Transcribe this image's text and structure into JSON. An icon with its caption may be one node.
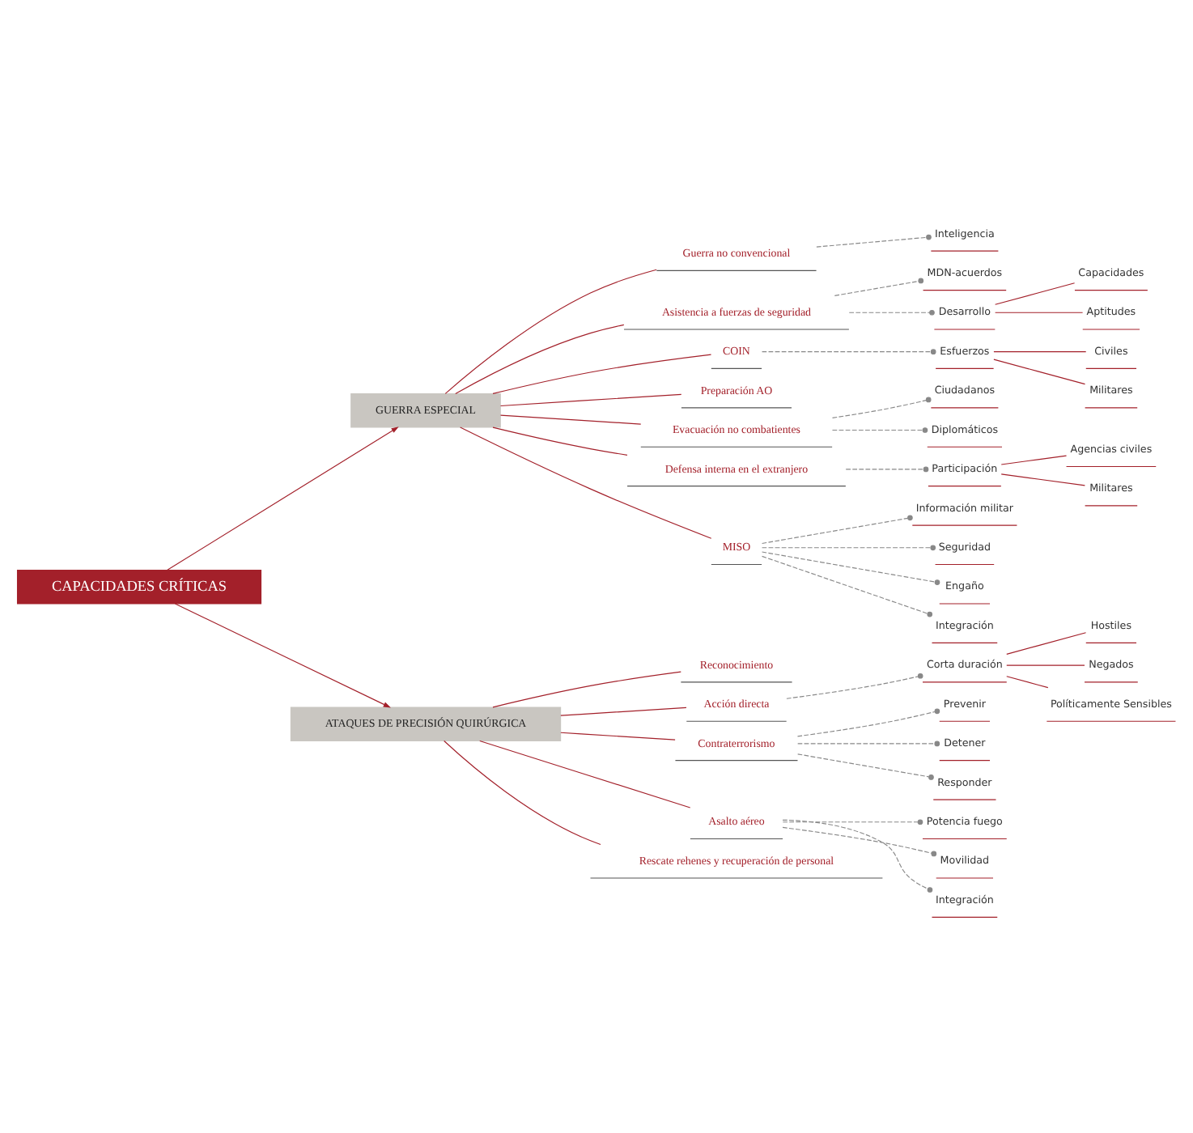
{
  "diagram": {
    "nodes": [
      {
        "text": [
          "CAPACIDADES CRÍTICAS"
        ]
      },
      {
        "text": [
          "GUERRA ESPECIAL"
        ]
      },
      {
        "text": [
          "ATAQUES DE PRECISIÓN QUIRÚRGICA"
        ]
      },
      {
        "text": [
          "Guerra no convencional"
        ]
      },
      {
        "text": [
          "Inteligencia"
        ]
      },
      {
        "text": [
          "Asistencia a fuerzas de seguridad"
        ]
      },
      {
        "text": [
          "MDN-acuerdos"
        ]
      },
      {
        "text": [
          "Desarrollo"
        ]
      },
      {
        "text": [
          "Capacidades"
        ]
      },
      {
        "text": [
          "Aptitudes"
        ]
      },
      {
        "text": [
          "COIN"
        ]
      },
      {
        "text": [
          "Esfuerzos"
        ]
      },
      {
        "text": [
          "Civiles"
        ]
      },
      {
        "text": [
          "Militares"
        ]
      },
      {
        "text": [
          "Preparación AO"
        ]
      },
      {
        "text": [
          "Evacuación no combatientes"
        ]
      },
      {
        "text": [
          "Ciudadanos"
        ]
      },
      {
        "text": [
          "Diplomáticos"
        ]
      },
      {
        "text": [
          "Defensa interna en el extranjero"
        ]
      },
      {
        "text": [
          "Participación"
        ]
      },
      {
        "text": [
          "Agencias civiles"
        ]
      },
      {
        "text": [
          "Militares"
        ]
      },
      {
        "text": [
          "MISO"
        ]
      },
      {
        "text": [
          "Información militar"
        ]
      },
      {
        "text": [
          "Seguridad"
        ]
      },
      {
        "text": [
          "Engaño"
        ]
      },
      {
        "text": [
          "Integración"
        ]
      },
      {
        "text": [
          "Reconocimiento"
        ]
      },
      {
        "text": [
          "Acción directa"
        ]
      },
      {
        "text": [
          "Corta duración"
        ]
      },
      {
        "text": [
          "Hostiles"
        ]
      },
      {
        "text": [
          "Negados"
        ]
      },
      {
        "text": [
          "Políticamente Sensibles"
        ]
      },
      {
        "text": [
          "Contraterrorismo"
        ]
      },
      {
        "text": [
          "Prevenir"
        ]
      },
      {
        "text": [
          "Detener"
        ]
      },
      {
        "text": [
          "Responder"
        ]
      },
      {
        "text": [
          "Asalto aéreo"
        ]
      },
      {
        "text": [
          "Potencia fuego"
        ]
      },
      {
        "text": [
          "Movilidad"
        ]
      },
      {
        "text": [
          "Integración"
        ]
      },
      {
        "text": [
          "Rescate rehenes y recuperación de personal"
        ]
      }
    ],
    "edges": [
      {
        "from": 0,
        "to": 1,
        "arrow": "to"
      },
      {
        "from": 0,
        "to": 2,
        "arrow": "to"
      },
      {
        "from": 1,
        "to": 3,
        "arrow": "none"
      },
      {
        "from": 3,
        "to": 4,
        "arrow": "other",
        "style": "dashed",
        "color": "#888888"
      },
      {
        "from": 1,
        "to": 5,
        "arrow": "none"
      },
      {
        "from": 5,
        "to": 6,
        "arrow": "other",
        "style": "dashed",
        "color": "#888888"
      },
      {
        "from": 5,
        "to": 7,
        "arrow": "other",
        "style": "dashed",
        "color": "#888888"
      },
      {
        "from": 7,
        "to": 8,
        "arrow": "none"
      },
      {
        "from": 7,
        "to": 9,
        "arrow": "none"
      },
      {
        "from": 1,
        "to": 10,
        "arrow": "none"
      },
      {
        "from": 10,
        "to": 11,
        "arrow": "other",
        "style": "dashed",
        "color": "#888888"
      },
      {
        "from": 11,
        "to": 12,
        "arrow": "none"
      },
      {
        "from": 11,
        "to": 13,
        "arrow": "none"
      },
      {
        "from": 1,
        "to": 14,
        "arrow": "none"
      },
      {
        "from": 1,
        "to": 15,
        "arrow": "none"
      },
      {
        "from": 15,
        "to": 16,
        "arrow": "other",
        "style": "dashed",
        "color": "#888888"
      },
      {
        "from": 15,
        "to": 17,
        "arrow": "other",
        "style": "dashed",
        "color": "#888888"
      },
      {
        "from": 1,
        "to": 18,
        "arrow": "none"
      },
      {
        "from": 18,
        "to": 19,
        "arrow": "other",
        "style": "dashed",
        "color": "#888888"
      },
      {
        "from": 19,
        "to": 20,
        "arrow": "none"
      },
      {
        "from": 19,
        "to": 21,
        "arrow": "none"
      },
      {
        "from": 1,
        "to": 22,
        "arrow": "none"
      },
      {
        "from": 22,
        "to": 23,
        "arrow": "other",
        "style": "dashed",
        "color": "#888888"
      },
      {
        "from": 22,
        "to": 24,
        "arrow": "other",
        "style": "dashed",
        "color": "#888888"
      },
      {
        "from": 22,
        "to": 25,
        "arrow": "other",
        "style": "dashed",
        "color": "#888888"
      },
      {
        "from": 22,
        "to": 26,
        "arrow": "other",
        "style": "dashed",
        "color": "#888888"
      },
      {
        "from": 2,
        "to": 27,
        "arrow": "none"
      },
      {
        "from": 2,
        "to": 28,
        "arrow": "none"
      },
      {
        "from": 28,
        "to": 29,
        "arrow": "other",
        "style": "dashed",
        "color": "#888888"
      },
      {
        "from": 29,
        "to": 30,
        "arrow": "none"
      },
      {
        "from": 29,
        "to": 31,
        "arrow": "none"
      },
      {
        "from": 29,
        "to": 32,
        "arrow": "none"
      },
      {
        "from": 2,
        "to": 33,
        "arrow": "none"
      },
      {
        "from": 33,
        "to": 34,
        "arrow": "other",
        "style": "dashed",
        "color": "#888888"
      },
      {
        "from": 33,
        "to": 35,
        "arrow": "other",
        "style": "dashed",
        "color": "#888888"
      },
      {
        "from": 33,
        "to": 36,
        "arrow": "other",
        "style": "dashed",
        "color": "#888888"
      },
      {
        "from": 2,
        "to": 37,
        "arrow": "none"
      },
      {
        "from": 37,
        "to": 38,
        "arrow": "other",
        "style": "dashed",
        "color": "#888888"
      },
      {
        "from": 37,
        "to": 39,
        "arrow": "other",
        "style": "dashed",
        "color": "#888888"
      },
      {
        "from": 37,
        "to": 40,
        "arrow": "other",
        "style": "dashed",
        "color": "#888888"
      },
      {
        "from": 2,
        "to": 41,
        "arrow": "none"
      }
    ]
  }
}
